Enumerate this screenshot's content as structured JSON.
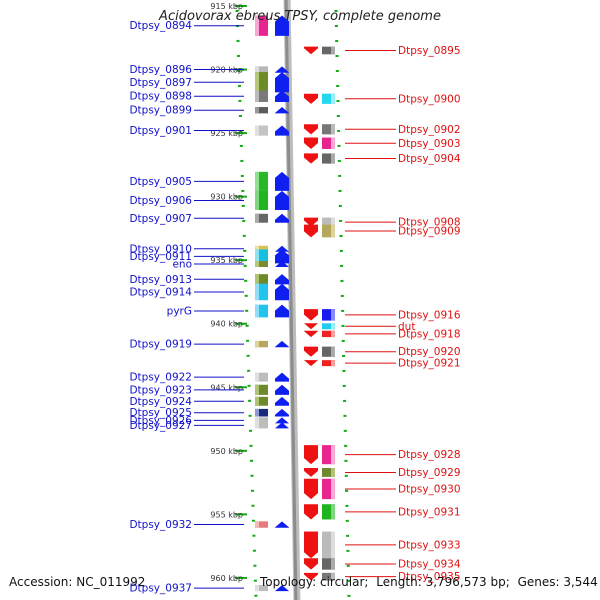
{
  "title": "Acidovorax ebreus TPSY, complete genome",
  "accession": {
    "label": "Accession:",
    "value": "NC_011992"
  },
  "summary": {
    "topology_label": "Topology:",
    "topology": "circular",
    "length_label": "Length:",
    "length": "3,796,573 bp",
    "genes_label": "Genes:",
    "genes": "3,544"
  },
  "colors": {
    "left_label": "#1010cc",
    "right_label": "#e01010",
    "axis": "#999999",
    "tick": "#11aa11",
    "forward_arrow": "#0f1fef",
    "reverse_arrow": "#ee1111"
  },
  "scale": {
    "unit": "kbp",
    "start": 915,
    "end": 961.5
  },
  "ticks": [
    {
      "label": "915 kbp",
      "pos": 915
    },
    {
      "label": "920 kbp",
      "pos": 920
    },
    {
      "label": "925 kbp",
      "pos": 925
    },
    {
      "label": "930 kbp",
      "pos": 930
    },
    {
      "label": "935 kbp",
      "pos": 935
    },
    {
      "label": "940 kbp",
      "pos": 940
    },
    {
      "label": "945 kbp",
      "pos": 945
    },
    {
      "label": "950 kbp",
      "pos": 950
    },
    {
      "label": "955 kbp",
      "pos": 955
    },
    {
      "label": "960 kbp",
      "pos": 960
    }
  ],
  "left_genes": [
    {
      "name": "Dtpsy_0894",
      "pos": 916.55,
      "len": 1.6,
      "color": "#e8258f",
      "shade": "#f8a6d4"
    },
    {
      "name": "Dtpsy_0896",
      "pos": 920.0,
      "len": 0.5,
      "color": "#b8b8b8",
      "shade": "#dddddd"
    },
    {
      "name": "Dtpsy_0897",
      "pos": 921.0,
      "len": 1.6,
      "color": "#6b8c26",
      "shade": "#b5c975"
    },
    {
      "name": "Dtpsy_0898",
      "pos": 922.1,
      "len": 0.9,
      "color": "#7a7a7a",
      "shade": "#bbbbbb"
    },
    {
      "name": "Dtpsy_0899",
      "pos": 923.2,
      "len": 0.5,
      "color": "#5c5c5c",
      "shade": "#999999"
    },
    {
      "name": "Dtpsy_0901",
      "pos": 924.8,
      "len": 0.8,
      "color": "#c4c4c4",
      "shade": "#e0e0e0"
    },
    {
      "name": "Dtpsy_0905",
      "pos": 928.8,
      "len": 1.5,
      "color": "#27b827",
      "shade": "#8fe08f"
    },
    {
      "name": "Dtpsy_0906",
      "pos": 930.3,
      "len": 1.5,
      "color": "#1fb51f",
      "shade": "#7fd67f"
    },
    {
      "name": "Dtpsy_0907",
      "pos": 931.7,
      "len": 0.7,
      "color": "#666666",
      "shade": "#aaaaaa"
    },
    {
      "name": "Dtpsy_0910",
      "pos": 934.1,
      "len": 0.35,
      "color": "#d9c15a",
      "shade": "#efe1a0"
    },
    {
      "name": "Dtpsy_0911",
      "pos": 934.7,
      "len": 1.1,
      "color": "#19bfe0",
      "shade": "#8ee3f2"
    },
    {
      "name": "eno",
      "pos": 935.3,
      "len": 0.4,
      "color": "#7a8c2e",
      "shade": "#b8c77a"
    },
    {
      "name": "Dtpsy_0913",
      "pos": 936.5,
      "len": 0.8,
      "color": "#6d8a2a",
      "shade": "#aec46e"
    },
    {
      "name": "Dtpsy_0914",
      "pos": 937.5,
      "len": 1.3,
      "color": "#22c4ee",
      "shade": "#8fe0f6"
    },
    {
      "name": "pyrG",
      "pos": 939.0,
      "len": 1.0,
      "color": "#22c4ee",
      "shade": "#8fe0f6"
    },
    {
      "name": "Dtpsy_0919",
      "pos": 941.6,
      "len": 0.5,
      "color": "#b5a85a",
      "shade": "#dcd39a"
    },
    {
      "name": "Dtpsy_0922",
      "pos": 944.2,
      "len": 0.7,
      "color": "#bdbdbd",
      "shade": "#e0e0e0"
    },
    {
      "name": "Dtpsy_0923",
      "pos": 945.2,
      "len": 0.8,
      "color": "#6f8a2d",
      "shade": "#b0c476"
    },
    {
      "name": "Dtpsy_0924",
      "pos": 946.1,
      "len": 0.7,
      "color": "#6d8a2a",
      "shade": "#aec46e"
    },
    {
      "name": "Dtpsy_0925",
      "pos": 947.0,
      "len": 0.6,
      "color": "#1a2a7a",
      "shade": "#8a9bd6"
    },
    {
      "name": "Dtpsy_0926",
      "pos": 947.6,
      "len": 0.3,
      "color": "#bdbdbd",
      "shade": "#e0e0e0"
    },
    {
      "name": "Dtpsy_0927",
      "pos": 948.0,
      "len": 0.4,
      "color": "#bdbdbd",
      "shade": "#e0e0e0"
    },
    {
      "name": "Dtpsy_0932",
      "pos": 955.8,
      "len": 0.5,
      "color": "#e57a7a",
      "shade": "#f3b8b8"
    },
    {
      "name": "Dtpsy_0937",
      "pos": 960.8,
      "len": 0.4,
      "color": "#bdbdbd",
      "shade": "#e0e0e0"
    }
  ],
  "right_genes": [
    {
      "name": "Dtpsy_0895",
      "pos": 918.5,
      "len": 0.6,
      "color": "#666666",
      "shade": "#aaaaaa"
    },
    {
      "name": "Dtpsy_0900",
      "pos": 922.3,
      "len": 0.8,
      "color": "#22d8ee",
      "shade": "#9ceef6"
    },
    {
      "name": "Dtpsy_0902",
      "pos": 924.7,
      "len": 0.8,
      "color": "#777777",
      "shade": "#bbbbbb"
    },
    {
      "name": "Dtpsy_0903",
      "pos": 925.8,
      "len": 0.9,
      "color": "#e8258f",
      "shade": "#f8a6d4"
    },
    {
      "name": "Dtpsy_0904",
      "pos": 927.0,
      "len": 0.8,
      "color": "#666666",
      "shade": "#aaaaaa"
    },
    {
      "name": "Dtpsy_0908",
      "pos": 932.0,
      "len": 0.7,
      "color": "#bbbbbb",
      "shade": "#dddddd"
    },
    {
      "name": "Dtpsy_0909",
      "pos": 932.7,
      "len": 1.0,
      "color": "#b3a85c",
      "shade": "#dcd39a"
    },
    {
      "name": "Dtpsy_0916",
      "pos": 939.3,
      "len": 0.9,
      "color": "#1a1af0",
      "shade": "#8a8aff"
    },
    {
      "name": "dut",
      "pos": 940.2,
      "len": 0.45,
      "color": "#22ccee",
      "shade": "#9ceef6"
    },
    {
      "name": "Dtpsy_0918",
      "pos": 940.8,
      "len": 0.5,
      "color": "#ee2222",
      "shade": "#f7a0a0"
    },
    {
      "name": "Dtpsy_0920",
      "pos": 942.2,
      "len": 0.8,
      "color": "#666666",
      "shade": "#aaaaaa"
    },
    {
      "name": "Dtpsy_0921",
      "pos": 943.1,
      "len": 0.4,
      "color": "#ee2222",
      "shade": "#f7a0a0"
    },
    {
      "name": "Dtpsy_0928",
      "pos": 950.3,
      "len": 1.5,
      "color": "#e8258f",
      "shade": "#f8a6d4"
    },
    {
      "name": "Dtpsy_0929",
      "pos": 951.7,
      "len": 0.7,
      "color": "#6f8a2d",
      "shade": "#b0c476"
    },
    {
      "name": "Dtpsy_0930",
      "pos": 953.0,
      "len": 1.6,
      "color": "#e8258f",
      "shade": "#f8a6d4"
    },
    {
      "name": "Dtpsy_0931",
      "pos": 954.8,
      "len": 1.2,
      "color": "#1fb51f",
      "shade": "#7fd67f"
    },
    {
      "name": "Dtpsy_0933",
      "pos": 957.4,
      "len": 2.1,
      "color": "#bbbbbb",
      "shade": "#dddddd"
    },
    {
      "name": "Dtpsy_0934",
      "pos": 958.9,
      "len": 0.9,
      "color": "#666666",
      "shade": "#aaaaaa"
    },
    {
      "name": "Dtpsy_0935",
      "pos": 959.9,
      "len": 0.6,
      "color": "#777777",
      "shade": "#bbbbbb"
    }
  ]
}
